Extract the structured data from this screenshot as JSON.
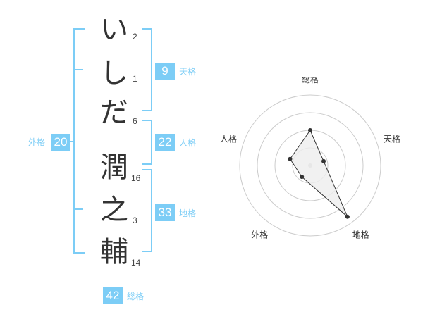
{
  "name": {
    "chars": [
      {
        "char": "い",
        "strokes": "2"
      },
      {
        "char": "し",
        "strokes": "1"
      },
      {
        "char": "だ",
        "strokes": "6"
      },
      {
        "char": "潤",
        "strokes": "16"
      },
      {
        "char": "之",
        "strokes": "3"
      },
      {
        "char": "輔",
        "strokes": "14"
      }
    ]
  },
  "fortune": {
    "tenkaku": {
      "value": "9",
      "label": "天格"
    },
    "jinkaku": {
      "value": "22",
      "label": "人格"
    },
    "chikaku": {
      "value": "33",
      "label": "地格"
    },
    "gaikaku": {
      "value": "20",
      "label": "外格"
    },
    "soukaku": {
      "value": "42",
      "label": "総格"
    }
  },
  "colors": {
    "accent": "#7ccdf6",
    "ring": "#cccccc",
    "fill": "#eeeeee",
    "line": "#333333"
  },
  "chart_data": {
    "type": "radar",
    "axes": [
      "総格",
      "天格",
      "地格",
      "外格",
      "人格"
    ],
    "values": [
      2.5,
      1,
      4.5,
      1,
      1.5
    ],
    "max": 5,
    "rings": 4
  }
}
